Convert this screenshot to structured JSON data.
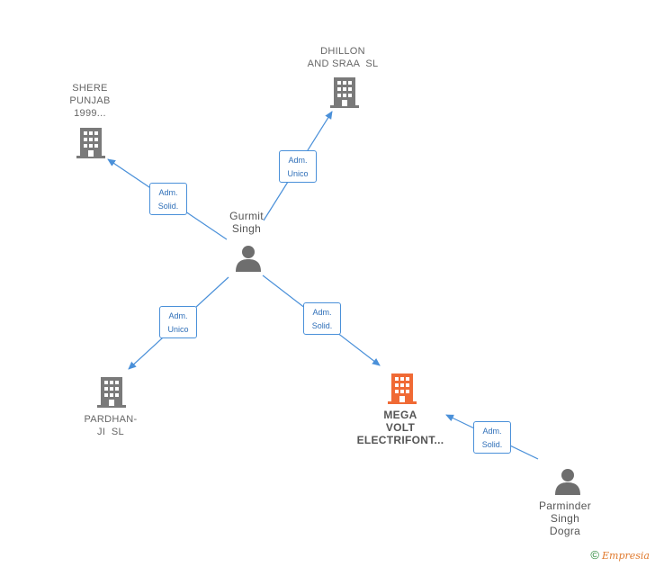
{
  "nodes": {
    "dhillon": {
      "lines": [
        "DHILLON",
        "AND SRAA  SL"
      ]
    },
    "shere": {
      "lines": [
        "SHERE",
        "PUNJAB",
        "1999..."
      ]
    },
    "gurmit": {
      "lines": [
        "Gurmit",
        "Singh"
      ]
    },
    "pardhan": {
      "lines": [
        "PARDHAN-",
        "JI  SL"
      ]
    },
    "mega": {
      "lines": [
        "MEGA",
        "VOLT",
        "ELECTRIFONT..."
      ]
    },
    "parminder": {
      "lines": [
        "Parminder",
        "Singh",
        "Dogra"
      ]
    }
  },
  "edges": {
    "gurmit_dhillon": [
      "Adm.",
      "Unico"
    ],
    "gurmit_shere": [
      "Adm.",
      "Solid."
    ],
    "gurmit_pardhan": [
      "Adm.",
      "Unico"
    ],
    "gurmit_mega": [
      "Adm.",
      "Solid."
    ],
    "parminder_mega": [
      "Adm.",
      "Solid."
    ]
  },
  "colors": {
    "company": "#7a7a7a",
    "main_company": "#f06a35",
    "person": "#6e6e6e",
    "edge": "#4a90d9"
  },
  "footer": {
    "copyright": "©",
    "brand": "Empresia"
  }
}
